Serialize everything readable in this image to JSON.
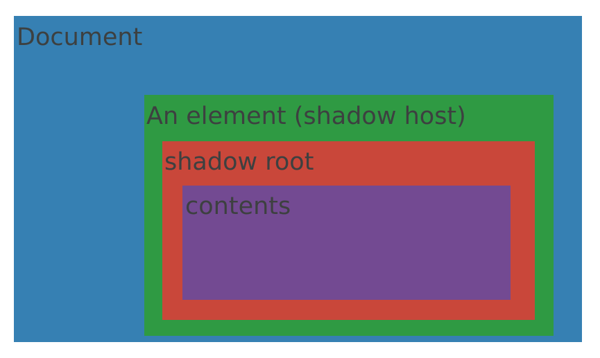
{
  "document": {
    "label": "Document",
    "color": "#3680b3"
  },
  "shadow_host": {
    "label": "An element  (shadow host)",
    "color": "#2f9a43"
  },
  "shadow_root": {
    "label": "shadow root",
    "color": "#c9473a"
  },
  "contents": {
    "label": "contents",
    "color": "#734a92"
  },
  "label_color": "#3d4040"
}
